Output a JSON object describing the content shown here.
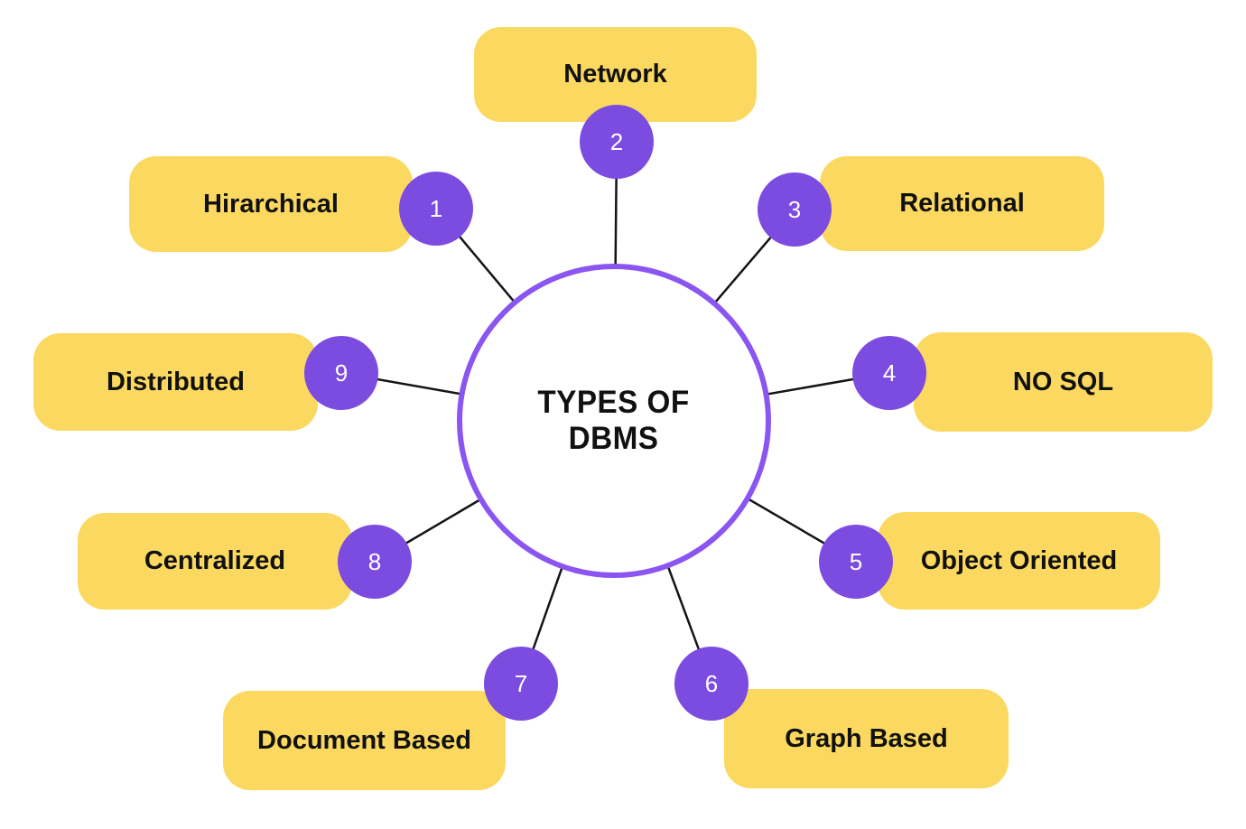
{
  "diagram": {
    "center": {
      "line1": "TYPES OF",
      "line2": "DBMS"
    },
    "nodes": [
      {
        "number": "1",
        "label": "Hirarchical"
      },
      {
        "number": "2",
        "label": "Network"
      },
      {
        "number": "3",
        "label": "Relational"
      },
      {
        "number": "4",
        "label": "NO SQL"
      },
      {
        "number": "5",
        "label": "Object Oriented"
      },
      {
        "number": "6",
        "label": "Graph Based"
      },
      {
        "number": "7",
        "label": "Document Based"
      },
      {
        "number": "8",
        "label": "Centralized"
      },
      {
        "number": "9",
        "label": "Distributed"
      }
    ]
  },
  "colors": {
    "node_fill": "#FBD960",
    "badge_fill": "#7C4BE0",
    "ring": "#8A55F0",
    "line": "#141414",
    "text": "#111111"
  }
}
